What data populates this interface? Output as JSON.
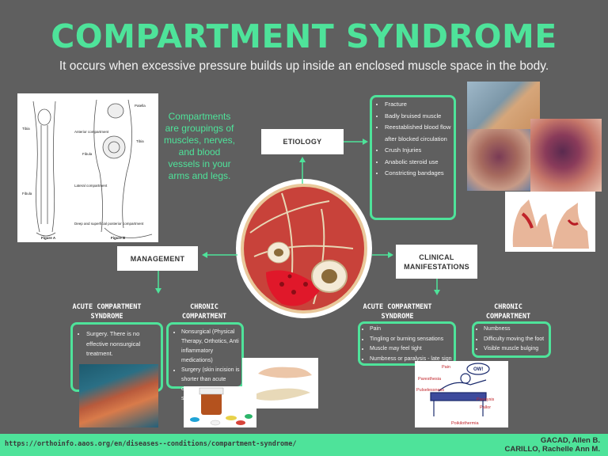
{
  "title": "COMPARTMENT SYNDROME",
  "subtitle": "It occurs when excessive pressure builds up inside an enclosed muscle space in the body.",
  "leg_diagram": {
    "labels": [
      "Patella",
      "Anterior compartment",
      "Tibia",
      "Fibula",
      "Tibia",
      "Fibula",
      "Lateral compartment",
      "Deep and superficial posterior compartment",
      "Figure A",
      "Figure B"
    ]
  },
  "definition": "Compartments are groupings of muscles, nerves, and blood vessels in your arms and legs.",
  "etiology": {
    "label": "ETIOLOGY",
    "items": [
      "Fracture",
      "Badly bruised muscle",
      "Reestablished blood flow after blocked circulation",
      "Crush Injuries",
      "Anabolic steroid use",
      "Constricting bandages"
    ]
  },
  "management": {
    "label": "MANAGEMENT",
    "acute": {
      "heading": "ACUTE COMPARTMENT SYNDROME",
      "items": [
        "Surgery. There is no effective nonsurgical treatment."
      ]
    },
    "chronic": {
      "heading": "CHRONIC COMPARTMENT SYNDROME",
      "items": [
        "Nonsurgical (Physical Therapy, Orthotics, Anti inflammatory medications)",
        "Surgery (skin incision is shorter than acute compartment syndrome)"
      ]
    }
  },
  "clinical": {
    "label": "CLINICAL MANIFESTATIONS",
    "acute": {
      "heading": "ACUTE COMPARTMENT SYNDROME",
      "items": [
        "Pain",
        "Tingling or burning sensations",
        "Muscle may feel tight",
        "Numbness or paralysis - late sign"
      ]
    },
    "chronic": {
      "heading": "CHRONIC COMPARTMENT SYNDROME",
      "items": [
        "Numbness",
        "Difficulty moving the foot",
        "Visible muscle bulging"
      ]
    }
  },
  "sketch": {
    "labels": [
      "Pain",
      "OW!",
      "Paresthesia",
      "Pulselessness",
      "Paralysis",
      "Pallor",
      "Poikilothermia"
    ]
  },
  "footer": {
    "url": "https://orthoinfo.aaos.org/en/diseases--conditions/compartment-syndrome/",
    "author1": "GACAD, Allen B.",
    "author2": "CARILLO, Rachelle Ann M."
  },
  "colors": {
    "accent": "#4ee39a",
    "background": "#5f5f5f",
    "muscle": "#c8423a",
    "blood": "#e0182a"
  }
}
